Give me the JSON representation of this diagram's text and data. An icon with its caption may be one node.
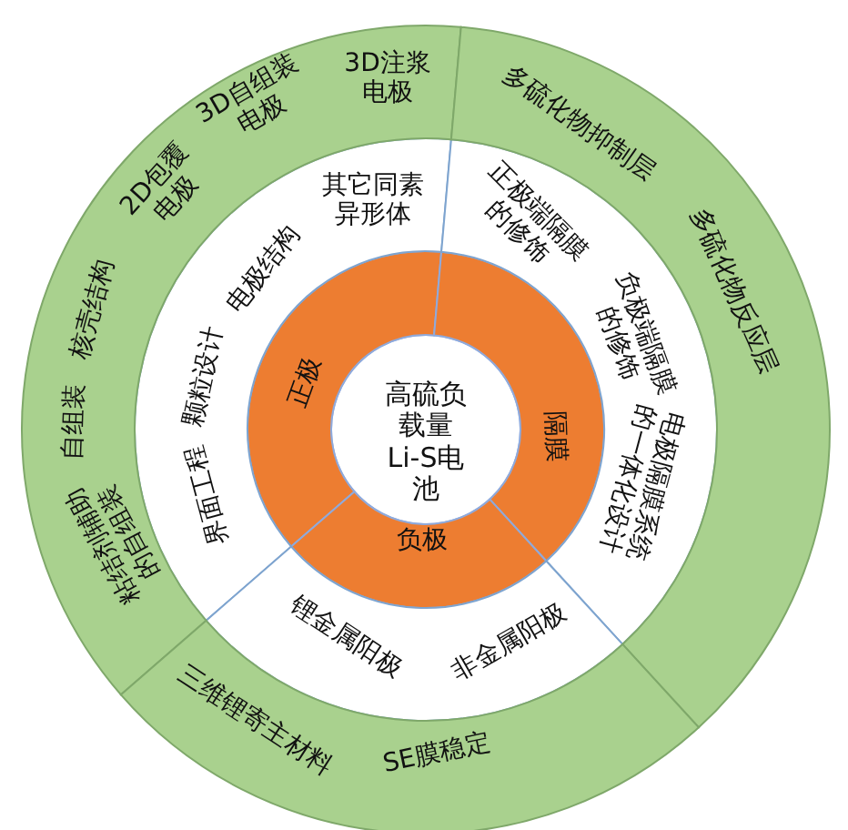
{
  "diagram": {
    "nodes": [
      {
        "text": [
          "高硫负载量Li-S电池"
        ]
      },
      {
        "text": [
          "正极"
        ]
      },
      {
        "text": [
          "隔膜"
        ]
      },
      {
        "text": [
          "负极"
        ]
      },
      {
        "text": [
          "其它同素异形体",
          "电极结构",
          "颗粒设计",
          "界面工程"
        ]
      },
      {
        "text": [
          "正极端隔膜的修饰",
          "负极端隔膜的修饰",
          "电极隔膜系统的一体化设计"
        ]
      },
      {
        "text": [
          "锂金属阳极",
          "非金属阳极"
        ]
      },
      {
        "text": [
          "3D注浆电极",
          "3D自组装电极",
          "2D包覆电极",
          "核壳结构",
          "自组装",
          "粘结剂辅助的自组装"
        ]
      },
      {
        "text": [
          "多硫化物抑制层",
          "多硫化物反应层"
        ]
      },
      {
        "text": [
          "三维锂寄主材料",
          "SE膜稳定"
        ]
      }
    ],
    "edges": []
  }
}
